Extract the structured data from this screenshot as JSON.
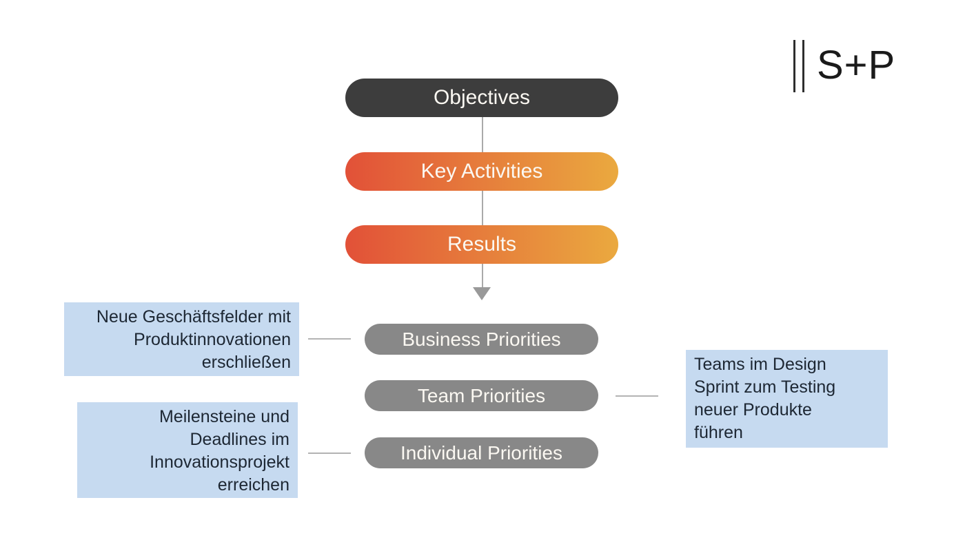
{
  "logo": {
    "text": "S+P"
  },
  "flow": {
    "objectives_label": "Objectives",
    "key_activities_label": "Key Activities",
    "results_label": "Results",
    "business_label": "Business Priorities",
    "team_label": "Team Priorities",
    "individual_label": "Individual Priorities"
  },
  "annotations": {
    "left_top_text": "Neue Geschäftsfelder mit\nProduktinnovationen\nerschließen",
    "left_bottom_text": "Meilensteine und\nDeadlines im\nInnovationsprojekt\nerreichen",
    "right_text": "Teams im Design\nSprint zum Testing\nneuer Produkte\nführen"
  },
  "colors": {
    "dark_pill": "#3d3d3d",
    "orange_gradient_start": "#e25138",
    "orange_gradient_end": "#eaa93f",
    "gray_pill": "#888888",
    "annotation_bg": "#c6daf0",
    "annotation_text": "#1d2733",
    "connector_line": "#a9a9a9",
    "logo_color": "#1a1a1a"
  }
}
